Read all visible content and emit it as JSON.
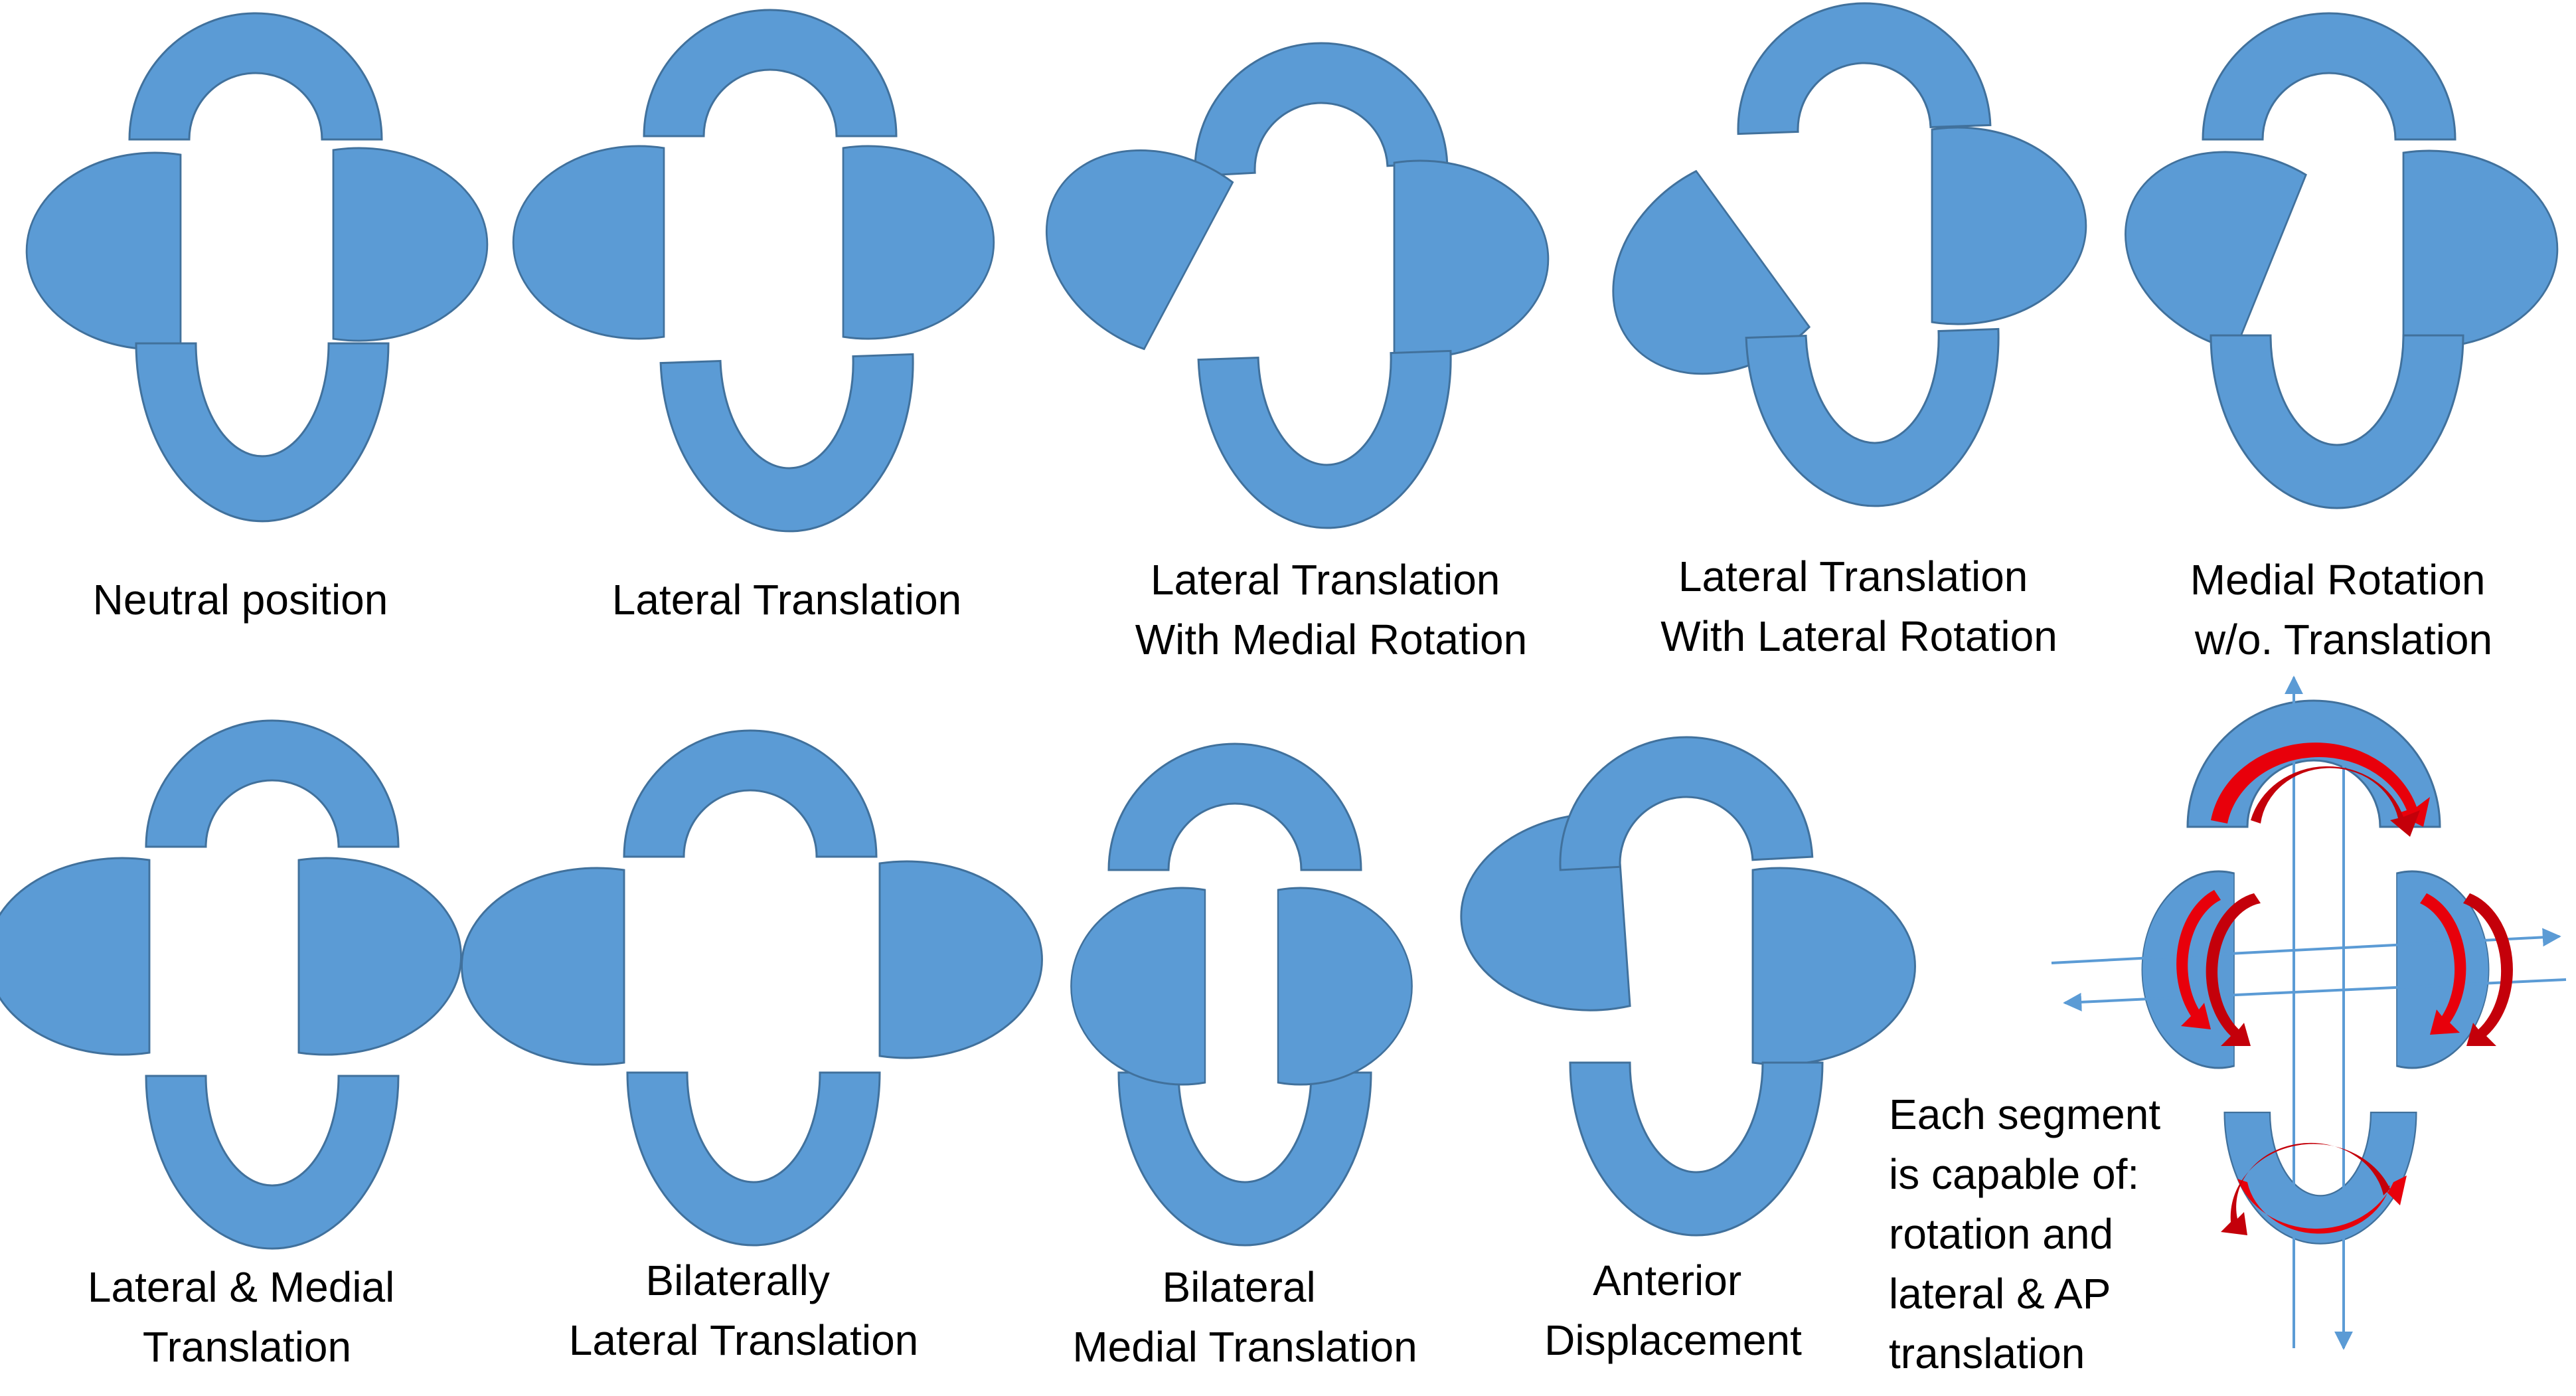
{
  "colors": {
    "segment_fill": "#5b9bd5",
    "segment_stroke": "#41719c",
    "arrow_fill": "#e8000b",
    "axis_color": "#5b9bd5",
    "text": "#000000"
  },
  "panels": [
    {
      "id": "neutral",
      "label_lines": [
        "Neutral position"
      ]
    },
    {
      "id": "lateral-translation",
      "label_lines": [
        "Lateral Translation"
      ]
    },
    {
      "id": "lateral-translation-medial-rotation",
      "label_lines": [
        "Lateral Translation",
        "With Medial Rotation"
      ]
    },
    {
      "id": "lateral-translation-lateral-rotation",
      "label_lines": [
        "Lateral Translation",
        "With Lateral Rotation"
      ]
    },
    {
      "id": "medial-rotation",
      "label_lines": [
        "Medial Rotation",
        "w/o. Translation"
      ]
    },
    {
      "id": "lateral-medial-translation",
      "label_lines": [
        "Lateral & Medial",
        "Translation"
      ]
    },
    {
      "id": "bilateral-lateral-translation",
      "label_lines": [
        "Bilaterally",
        "Lateral Translation"
      ]
    },
    {
      "id": "bilateral-medial-translation",
      "label_lines": [
        "Bilateral",
        "Medial Translation"
      ]
    },
    {
      "id": "anterior-displacement",
      "label_lines": [
        "Anterior",
        "Displacement"
      ]
    }
  ],
  "capabilities_note": {
    "lines": [
      "Each segment",
      "is capable of:",
      "rotation and",
      "lateral & AP",
      "translation"
    ],
    "icons": [
      "rotation-arrow-icon",
      "axis-arrow-icon"
    ]
  }
}
